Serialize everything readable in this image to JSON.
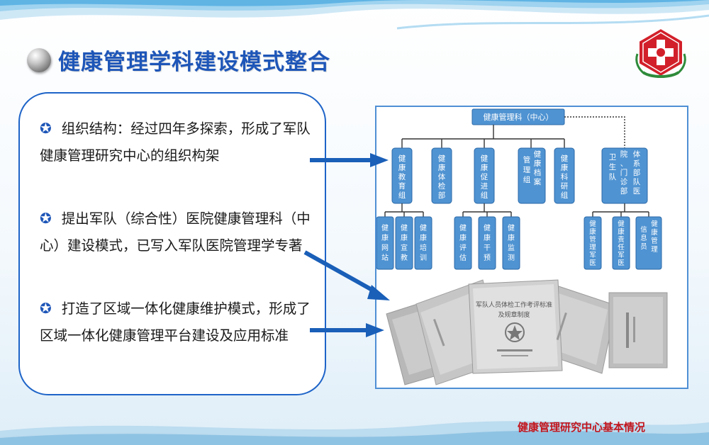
{
  "title": "健康管理学科建设模式整合",
  "points": [
    {
      "star": "✪",
      "text": "组织结构：经过四年多探索，形成了军队健康管理研究中心的组织构架"
    },
    {
      "star": "✪",
      "text": "提出军队（综合性）医院健康管理科（中心）建设模式，已写入军队医院管理学专著"
    },
    {
      "star": "✪",
      "text": "打造了区域一体化健康维护模式，形成了区域一体化健康管理平台建设及应用标准"
    }
  ],
  "org_chart": {
    "root": "健康管理科（中心）",
    "groups": [
      {
        "label": "健康教育组",
        "children": [
          "健康网站",
          "健康宣教",
          "健康培训"
        ]
      },
      {
        "label": "健康体检部",
        "children": []
      },
      {
        "label": "健康促进组",
        "children": [
          "健康评估",
          "健康干预",
          "健康监测"
        ]
      },
      {
        "label": "健康档案管理组",
        "children": []
      },
      {
        "label": "健康科研组",
        "children": []
      },
      {
        "label": "院、门诊部、卫生队 体系部队医",
        "children": [
          "健康管理军医",
          "健康责任军医",
          "健康管理信息员"
        ]
      }
    ]
  },
  "documents": {
    "center": [
      "军队人员体检工作考评标准",
      "及规章制度"
    ]
  },
  "footer": "健康管理研究中心基本情况",
  "colors": {
    "title": "#1e56b8",
    "border": "#1e64c8",
    "arrow": "#1a5fb8",
    "footer": "#c2141c",
    "logo_red": "#d2202a"
  }
}
